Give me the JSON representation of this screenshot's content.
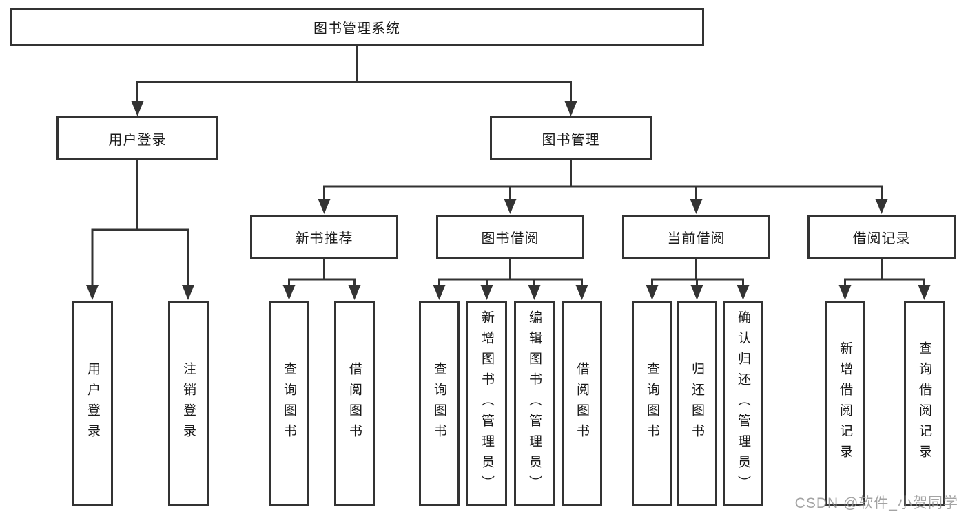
{
  "watermark": "CSDN @软件_小贺同学",
  "colors": {
    "line": "#333333",
    "box_border": "#333333",
    "box_fill": "#ffffff",
    "text": "#1a1a1a",
    "watermark": "#969696",
    "background": "#ffffff"
  },
  "nodes": {
    "root": {
      "label": "图书管理系统"
    },
    "user_login": {
      "label": "用户登录"
    },
    "book_mgmt": {
      "label": "图书管理"
    },
    "new_book_rec": {
      "label": "新书推荐"
    },
    "book_borrow": {
      "label": "图书借阅"
    },
    "current_borrow": {
      "label": "当前借阅"
    },
    "borrow_record": {
      "label": "借阅记录"
    },
    "leaf_user_login": {
      "label": "用户登录"
    },
    "leaf_logout": {
      "label": "注销登录"
    },
    "leaf_nbr_query": {
      "label": "查询图书"
    },
    "leaf_nbr_borrow": {
      "label": "借阅图书"
    },
    "leaf_bb_query": {
      "label": "查询图书"
    },
    "leaf_bb_add": {
      "label": "新增图书（管理员）"
    },
    "leaf_bb_edit": {
      "label": "编辑图书（管理员）"
    },
    "leaf_bb_borrow": {
      "label": "借阅图书"
    },
    "leaf_cb_query": {
      "label": "查询图书"
    },
    "leaf_cb_return": {
      "label": "归还图书"
    },
    "leaf_cb_confirm": {
      "label": "确认归还（管理员）"
    },
    "leaf_br_add": {
      "label": "新增借阅记录"
    },
    "leaf_br_query": {
      "label": "查询借阅记录"
    }
  },
  "tree": {
    "图书管理系统": {
      "用户登录": [
        "用户登录",
        "注销登录"
      ],
      "图书管理": {
        "新书推荐": [
          "查询图书",
          "借阅图书"
        ],
        "图书借阅": [
          "查询图书",
          "新增图书（管理员）",
          "编辑图书（管理员）",
          "借阅图书"
        ],
        "当前借阅": [
          "查询图书",
          "归还图书",
          "确认归还（管理员）"
        ],
        "借阅记录": [
          "新增借阅记录",
          "查询借阅记录"
        ]
      }
    }
  }
}
